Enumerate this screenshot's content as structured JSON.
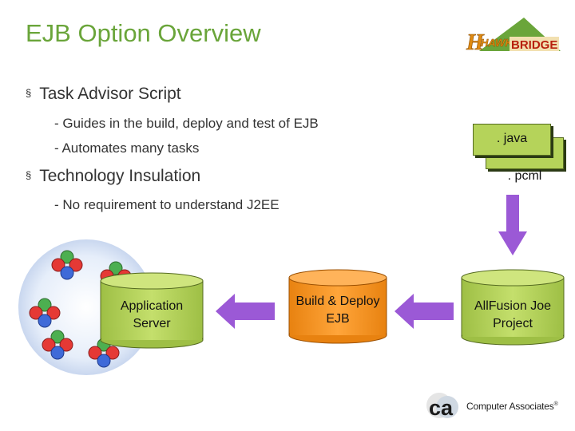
{
  "slide": {
    "title": "EJB Option Overview",
    "bullets": [
      {
        "text": "Task Advisor Script",
        "subs": [
          "- Guides in the build, deploy and test of EJB",
          "- Automates many tasks"
        ]
      },
      {
        "text": "Technology Insulation",
        "subs": [
          "- No requirement to understand J2EE"
        ]
      }
    ],
    "bullet_mark": "§"
  },
  "logo": {
    "text_hawk": "HAWK",
    "text_bridge": "BRIDGE"
  },
  "files": {
    "java": ". java",
    "pcml": ". pcml"
  },
  "diagram": {
    "app_server": [
      "Application",
      "Server"
    ],
    "build_deploy": [
      "Build & Deploy",
      "EJB"
    ],
    "allfusion": [
      "AllFusion Joe",
      "Project"
    ]
  },
  "footer": {
    "company": "Computer Associates",
    "mark": "®",
    "logo_letters": "ca"
  },
  "colors": {
    "title": "#6aa53a",
    "cylinder_green": "#b5d35a",
    "cylinder_orange": "#f7941d",
    "arrow_purple": "#9b59d6"
  }
}
